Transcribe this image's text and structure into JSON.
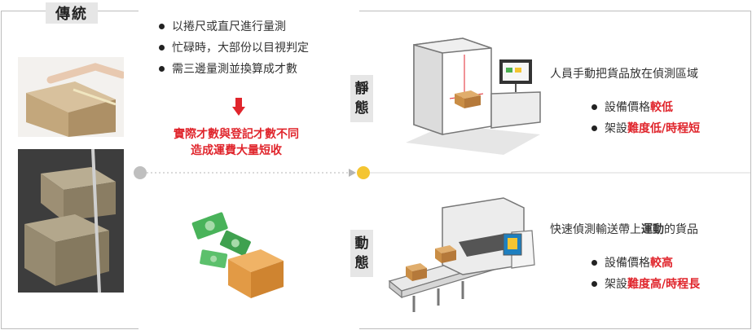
{
  "traditional": {
    "label": "傳統",
    "bullets": [
      "以捲尺或直尺進行量測",
      "忙碌時，大部份以目視判定",
      "需三邊量測並換算成才數"
    ],
    "warning_line1": "實際才數與登記才數不同",
    "warning_line2": "造成運費大量短收"
  },
  "static": {
    "label_chars": [
      "靜",
      "態"
    ],
    "description": "人員手動把貨品放在偵測區域",
    "bullet1": {
      "prefix": "設備價格",
      "emphasis": "較低"
    },
    "bullet2": {
      "prefix": "架設",
      "emphasis": "難度低/時程短"
    }
  },
  "dynamic": {
    "label_chars": [
      "動",
      "態"
    ],
    "description_prefix": "快速偵測輸送帶上",
    "description_emphasis": "運動",
    "description_suffix": "的貨品",
    "bullet1": {
      "prefix": "設備價格",
      "emphasis": "較高"
    },
    "bullet2": {
      "prefix": "架設",
      "emphasis": "難度高/時程長"
    }
  },
  "colors": {
    "accent_red": "#e0252c",
    "timeline_dot_gray": "#bfbfbf",
    "timeline_dot_yellow": "#f4c531",
    "tag_bg": "#e6e6e6"
  }
}
